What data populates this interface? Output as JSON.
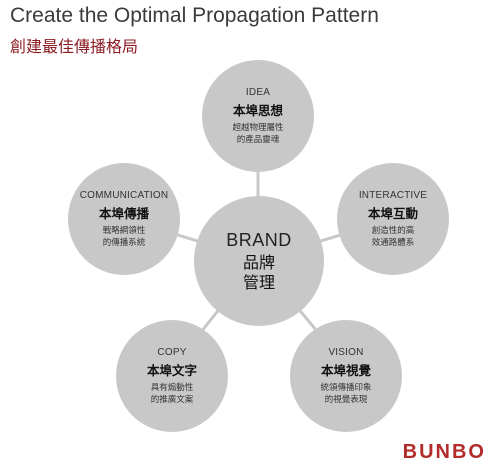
{
  "header": {
    "title": "Create the Optimal Propagation Pattern",
    "subtitle": "創建最佳傳播格局"
  },
  "center": {
    "title_en": "BRAND",
    "title_zh_line1": "品牌",
    "title_zh_line2": "管理"
  },
  "nodes": [
    {
      "id": "idea",
      "en": "IDEA",
      "zh": "本埠思想",
      "desc1": "超越物理屬性",
      "desc2": "的產品靈魂"
    },
    {
      "id": "interactive",
      "en": "INTERACTIVE",
      "zh": "本埠互動",
      "desc1": "創造性的高",
      "desc2": "效通路體系"
    },
    {
      "id": "vision",
      "en": "VISION",
      "zh": "本埠視覺",
      "desc1": "統領傳播印象",
      "desc2": "的視覺表現"
    },
    {
      "id": "copy",
      "en": "COPY",
      "zh": "本埠文字",
      "desc1": "具有煽動性",
      "desc2": "的推廣文案"
    },
    {
      "id": "communication",
      "en": "COMMUNICATION",
      "zh": "本埠傳播",
      "desc1": "戰略綱領性",
      "desc2": "的傳播系統"
    }
  ],
  "logo": {
    "text": "BUNBO"
  },
  "colors": {
    "circle": "#c8c8c8",
    "connector": "#c8c8c8",
    "subtitle": "#8a1c22",
    "logo": "#b22c2c"
  }
}
